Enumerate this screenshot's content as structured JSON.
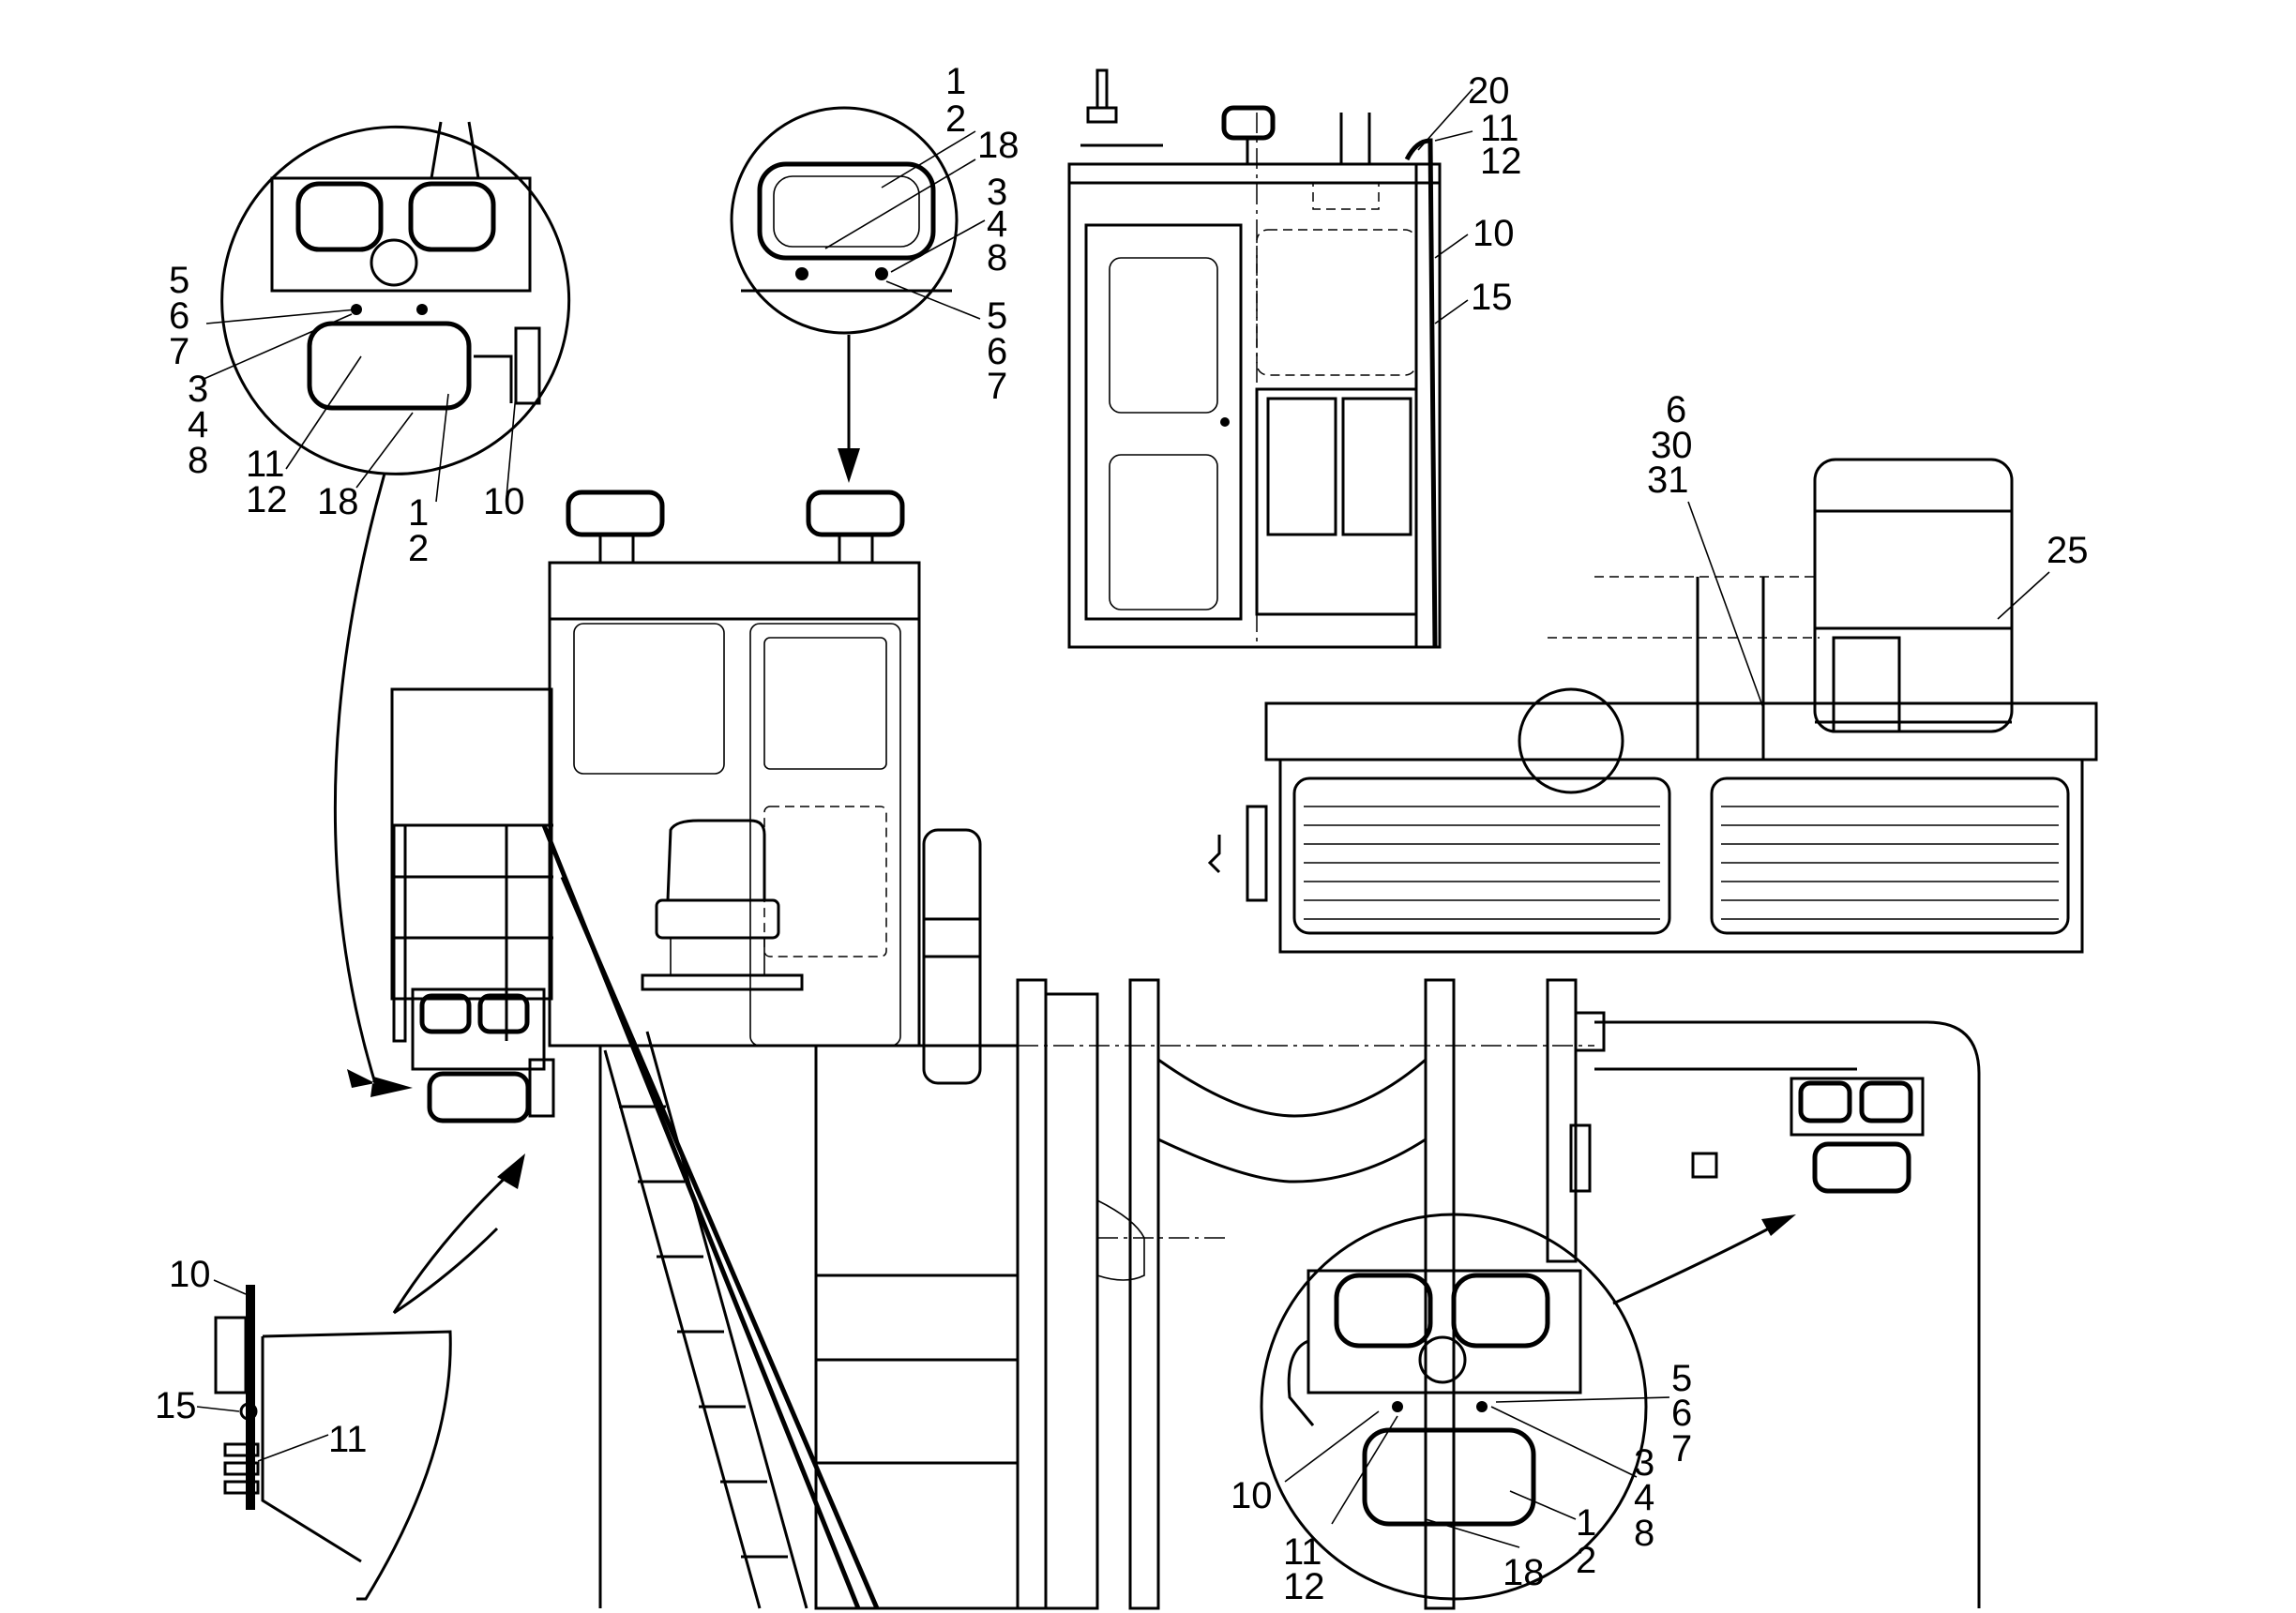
{
  "callouts": {
    "detail_upper_left": [
      "5",
      "6",
      "7",
      "3",
      "4",
      "8",
      "11",
      "12",
      "18",
      "1",
      "2",
      "10"
    ],
    "detail_top_center": [
      "1",
      "2",
      "18",
      "3",
      "4",
      "8",
      "5",
      "6",
      "7"
    ],
    "cab_view": [
      "20",
      "11",
      "12",
      "10",
      "15"
    ],
    "rear_view": [
      "6",
      "30",
      "31",
      "25"
    ],
    "detail_lower_left": [
      "10",
      "15",
      "11"
    ],
    "detail_lower_right": [
      "5",
      "6",
      "7",
      "3",
      "4",
      "8",
      "10",
      "11",
      "12",
      "18",
      "1",
      "2"
    ]
  }
}
